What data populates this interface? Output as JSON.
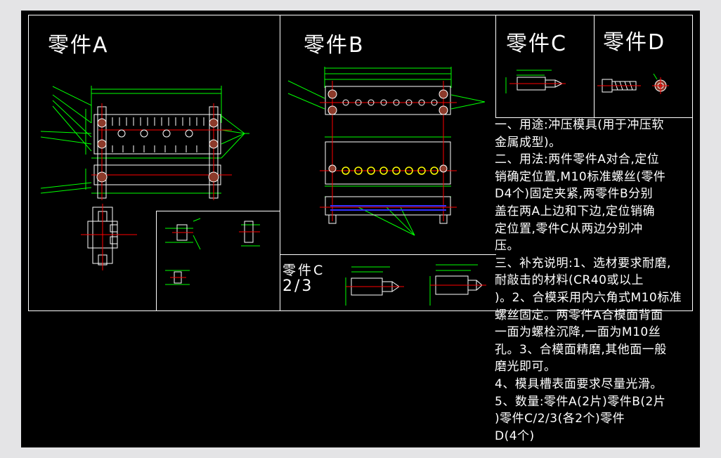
{
  "titles": {
    "part_a": "零件A",
    "part_b": "零件B",
    "part_c": "零件C",
    "part_d": "零件D",
    "part_c_23_line1": "零件C",
    "part_c_23_line2": "2/3"
  },
  "notes": [
    "一、用途:冲压模具(用于冲压软",
    "金属成型)。",
    "二、用法:两件零件A对合,定位",
    "销确定位置,M10标准螺丝(零件",
    "D4个)固定夹紧,两零件B分别",
    "盖在两A上边和下边,定位销确",
    "定位置,零件C从两边分别冲",
    "压。",
    "三、补充说明:1、选材要求耐磨,",
    "耐敲击的材料(CR40或以上",
    ")。2、合模采用内六角式M10标准",
    "螺丝固定。两零件A合模面背面",
    "一面为螺栓沉降,一面为M10丝",
    "孔。3、合模面精磨,其他面一般",
    "磨光即可。",
    "4、模具槽表面要求尽量光滑。",
    "5、数量:零件A(2片)零件B(2片",
    ")零件C/2/3(各2个)零件",
    "D(4个)"
  ],
  "colors": {
    "background": "#000000",
    "frame": "#ffffff",
    "dimension": "#00ff00",
    "centerline": "#ff0000",
    "part_outline": "#ffffff",
    "hole_fill": "#8c3a2a"
  }
}
